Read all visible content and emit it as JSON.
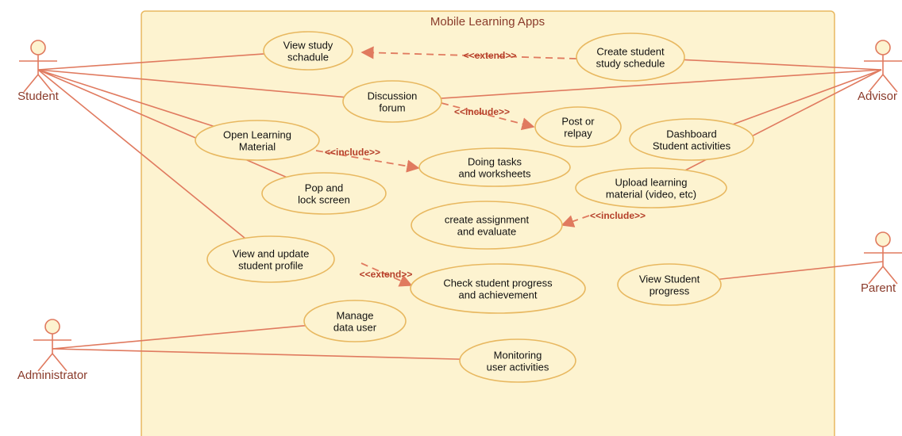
{
  "system": {
    "title": "Mobile Learning Apps"
  },
  "colors": {
    "line": "#e07a5f",
    "ellipse_fill": "#fdf3d0",
    "ellipse_stroke": "#e8b860",
    "boundary_fill": "#fdf3d0",
    "boundary_stroke": "#e8b860",
    "title_text": "#8a3b2b",
    "actor_text": "#8a3b2b",
    "stereo_text": "#b5402a"
  },
  "actors": [
    {
      "id": "student",
      "label": "Student"
    },
    {
      "id": "advisor",
      "label": "Advisor"
    },
    {
      "id": "parent",
      "label": "Parent"
    },
    {
      "id": "administrator",
      "label": "Administrator"
    }
  ],
  "use_cases": [
    {
      "id": "view-study-schedule",
      "lines": [
        "View study",
        "schadule"
      ]
    },
    {
      "id": "create-student-study-schedule",
      "lines": [
        "Create student",
        "study schedule"
      ]
    },
    {
      "id": "discussion-forum",
      "lines": [
        "Discussion",
        "forum"
      ]
    },
    {
      "id": "post-or-reply",
      "lines": [
        "Post or",
        "relpay"
      ]
    },
    {
      "id": "dashboard-student-activities",
      "lines": [
        "Dashboard",
        "Student activities"
      ]
    },
    {
      "id": "open-learning-material",
      "lines": [
        "Open Learning",
        "Material"
      ]
    },
    {
      "id": "doing-tasks-worksheets",
      "lines": [
        "Doing tasks",
        "and worksheets"
      ]
    },
    {
      "id": "upload-learning-material",
      "lines": [
        "Upload learning",
        "material (video, etc)"
      ]
    },
    {
      "id": "pop-lock-screen",
      "lines": [
        "Pop and",
        "lock screen"
      ]
    },
    {
      "id": "create-assignment-evaluate",
      "lines": [
        "create assignment",
        "and evaluate"
      ]
    },
    {
      "id": "view-update-student-profile",
      "lines": [
        "View and update",
        "student profile"
      ]
    },
    {
      "id": "check-student-progress",
      "lines": [
        "Check student progress",
        "and achievement"
      ]
    },
    {
      "id": "view-student-progress",
      "lines": [
        "View Student",
        "progress"
      ]
    },
    {
      "id": "manage-data-user",
      "lines": [
        "Manage",
        "data user"
      ]
    },
    {
      "id": "monitoring-user-activities",
      "lines": [
        "Monitoring",
        "user activities"
      ]
    }
  ],
  "associations": [
    {
      "actor": "student",
      "use_case": "view-study-schedule"
    },
    {
      "actor": "student",
      "use_case": "discussion-forum"
    },
    {
      "actor": "student",
      "use_case": "open-learning-material"
    },
    {
      "actor": "student",
      "use_case": "pop-lock-screen"
    },
    {
      "actor": "student",
      "use_case": "view-update-student-profile"
    },
    {
      "actor": "advisor",
      "use_case": "create-student-study-schedule"
    },
    {
      "actor": "advisor",
      "use_case": "discussion-forum"
    },
    {
      "actor": "advisor",
      "use_case": "dashboard-student-activities"
    },
    {
      "actor": "advisor",
      "use_case": "upload-learning-material"
    },
    {
      "actor": "parent",
      "use_case": "view-student-progress"
    },
    {
      "actor": "administrator",
      "use_case": "manage-data-user"
    },
    {
      "actor": "administrator",
      "use_case": "monitoring-user-activities"
    }
  ],
  "relations": [
    {
      "from": "create-student-study-schedule",
      "to": "view-study-schedule",
      "stereotype": "<<extend>>"
    },
    {
      "from": "discussion-forum",
      "to": "post-or-reply",
      "stereotype": "<<include>>"
    },
    {
      "from": "open-learning-material",
      "to": "doing-tasks-worksheets",
      "stereotype": "<<include>>"
    },
    {
      "from": "upload-learning-material",
      "to": "create-assignment-evaluate",
      "stereotype": "<<include>>"
    },
    {
      "from": "view-update-student-profile",
      "to": "check-student-progress",
      "stereotype": "<<extend>>"
    }
  ]
}
